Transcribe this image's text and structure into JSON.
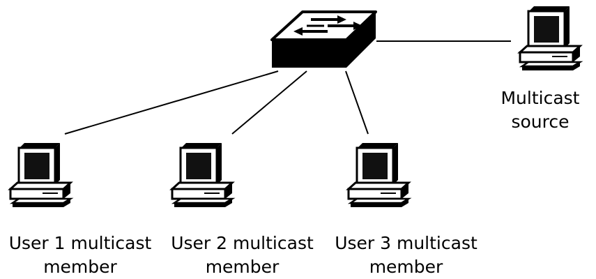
{
  "diagram": {
    "switch": {
      "icon": "network-switch-icon"
    },
    "source": {
      "icon": "desktop-computer-icon",
      "label_line1": "Multicast",
      "label_line2": "source"
    },
    "members": [
      {
        "icon": "desktop-computer-icon",
        "label_line1": "User 1 multicast",
        "label_line2": "member"
      },
      {
        "icon": "desktop-computer-icon",
        "label_line1": "User 2 multicast",
        "label_line2": "member"
      },
      {
        "icon": "desktop-computer-icon",
        "label_line1": "User 3 multicast",
        "label_line2": "member"
      }
    ],
    "colors": {
      "ink": "#000000",
      "screen": "#111111",
      "background": "#ffffff"
    }
  }
}
